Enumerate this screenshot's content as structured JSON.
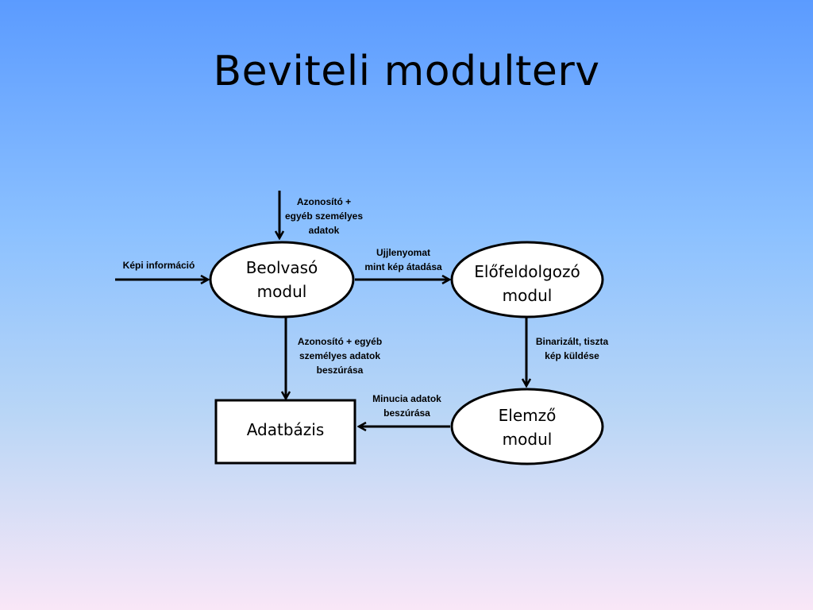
{
  "slide": {
    "title": "Beviteli modulterv"
  },
  "nodes": {
    "beolvaso": {
      "line1": "Beolvasó",
      "line2": "modul"
    },
    "elofeldolgozo": {
      "line1": "Előfeldolgozó",
      "line2": "modul"
    },
    "elemzo": {
      "line1": "Elemző",
      "line2": "modul"
    },
    "adatbazis": {
      "label": "Adatbázis"
    }
  },
  "edges": {
    "top_input": {
      "line1": "Azonosító +",
      "line2": "egyéb személyes",
      "line3": "adatok"
    },
    "left_input": {
      "line1": "Képi információ"
    },
    "beolvaso_to_elofeldolgozo": {
      "line1": "Ujjlenyomat",
      "line2": "mint kép átadása"
    },
    "beolvaso_to_adatbazis": {
      "line1": "Azonosító + egyéb",
      "line2": "személyes adatok",
      "line3": "beszúrása"
    },
    "elofeldolgozo_to_elemzo": {
      "line1": "Binarizált, tiszta",
      "line2": "kép küldése"
    },
    "elemzo_to_adatbazis": {
      "line1": "Minucia adatok",
      "line2": "beszúrása"
    }
  }
}
